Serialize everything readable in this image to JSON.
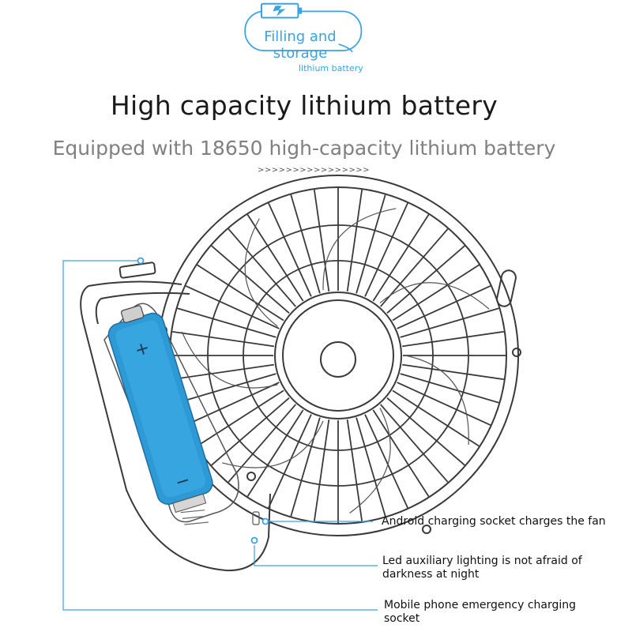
{
  "badge": {
    "icon": "battery-charging-icon",
    "title": "Filling and storage",
    "subtitle": "lithium battery",
    "accent_color": "#3aa3e0"
  },
  "headline": "High capacity lithium battery",
  "subheadline": "Equipped with 18650 high-capacity lithium battery",
  "arrows": ">>>>>>>>>>>>>>>>",
  "battery": {
    "plus": "+",
    "minus": "−",
    "color": "#2d9ad6"
  },
  "callouts": [
    {
      "label": "Android charging socket charges the fan"
    },
    {
      "label": "Led auxiliary lighting is not afraid of darkness at night"
    },
    {
      "label": "Mobile phone emergency charging socket"
    }
  ],
  "line_color": "#3aa3e0"
}
